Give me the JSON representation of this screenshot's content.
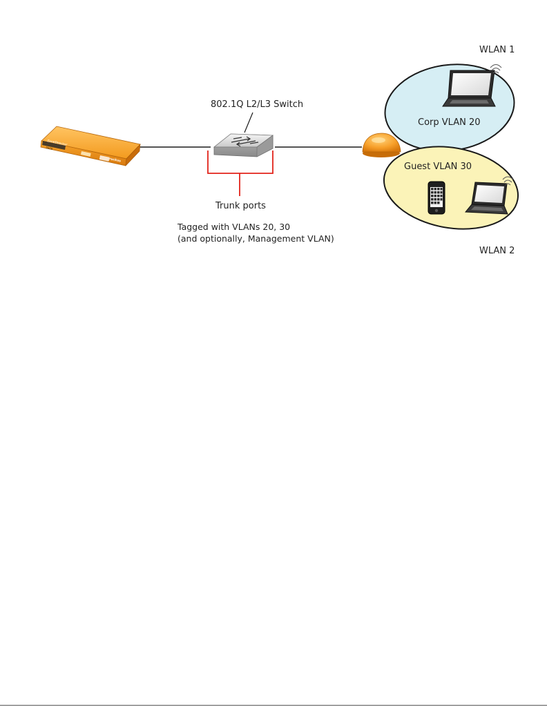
{
  "labels": {
    "switch": "802.1Q L2/L3 Switch",
    "trunk_ports": "Trunk ports",
    "tagged_line1": "Tagged with VLANs 20, 30",
    "tagged_line2": "(and optionally, Management VLAN)",
    "wlan1": "WLAN 1",
    "wlan2": "WLAN 2",
    "corp_vlan": "Corp VLAN 20",
    "guest_vlan": "Guest VLAN 30",
    "controller_brand": "ZoneDirector",
    "controller_model": "3000",
    "controller_logo": "ruckus"
  },
  "colors": {
    "corp_bubble": "#d6eef4",
    "guest_bubble": "#fbf3b8",
    "trunk_bracket": "#e2231a",
    "device_orange": "#f39a1e"
  }
}
